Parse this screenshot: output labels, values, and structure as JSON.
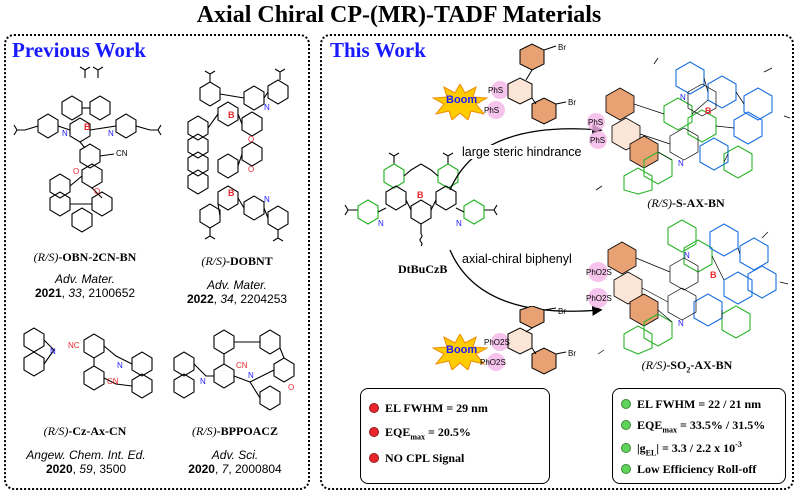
{
  "title": "Axial Chiral CP-(MR)-TADF Materials",
  "previous": {
    "heading": "Previous Work",
    "molecules": [
      {
        "prefix": "(R/S)",
        "name": "-OBN-2CN-BN",
        "journal": "Adv. Mater.",
        "year": "2021",
        "vol": "33",
        "page": "2100652",
        "cn_label": "CN"
      },
      {
        "prefix": "(R/S)",
        "name": "-DOBNT",
        "journal": "Adv. Mater.",
        "year": "2022",
        "vol": "34",
        "page": "2204253"
      },
      {
        "prefix": "(R/S)",
        "name": "-Cz-Ax-CN",
        "journal": "Angew. Chem. Int. Ed.",
        "year": "2020",
        "vol": "59",
        "page": "3500",
        "cn_labels": [
          "NC",
          "CN"
        ]
      },
      {
        "prefix": "(R/S)",
        "name": "-BPPOACZ",
        "journal": "Adv. Sci.",
        "year": "2020",
        "vol": "7",
        "page": "2000804",
        "cn_label": "CN"
      }
    ],
    "results": [
      {
        "text": "EL FWHM = 29 nm",
        "color": "#e8262b"
      },
      {
        "text_main": "EQE",
        "text_sub": "max",
        "text_tail": " = 20.5%",
        "color": "#e8262b"
      },
      {
        "text": "NO CPL Signal",
        "color": "#e8262b"
      }
    ]
  },
  "current": {
    "heading": "This Work",
    "core_name": "DtBuCzB",
    "arrow_top_label": "large steric hindrance",
    "arrow_bottom_label": "axial-chiral biphenyl",
    "boom_label": "Boom",
    "reagent_top": {
      "subst_labels": [
        "PhS",
        "PhS"
      ],
      "br_labels": [
        "Br",
        "Br"
      ]
    },
    "reagent_bottom": {
      "subst_labels": [
        "PhO2S",
        "PhO2S"
      ],
      "br_labels": [
        "Br",
        "Br"
      ]
    },
    "product_top": {
      "prefix": "(R/S)",
      "name": "-S-AX-BN",
      "subst_labels": [
        "PhS",
        "PhS"
      ]
    },
    "product_bottom": {
      "prefix": "(R/S)",
      "name": "-SO",
      "sub": "2",
      "tail": "-AX-BN",
      "subst_labels": [
        "PhO2S",
        "PhO2S"
      ]
    },
    "results": [
      {
        "text": "EL FWHM = 22 / 21 nm",
        "color": "#5fd35a"
      },
      {
        "text_main": "EQE",
        "text_sub": "max",
        "text_tail": " = 33.5% / 31.5%",
        "color": "#5fd35a"
      },
      {
        "text_main": "|g",
        "text_sub": "EL",
        "text_tail": "| = 3.3 / 2.2 x 10",
        "text_sup": "-3",
        "color": "#5fd35a"
      },
      {
        "text": "Low Efficiency Roll-off",
        "color": "#5fd35a"
      }
    ]
  },
  "colors": {
    "heading": "#1a1aff",
    "boron": "#e8262b",
    "nitrogen": "#1a1aff",
    "green_ring": "#2bb52b",
    "blue_ring": "#1a6fe0",
    "orange_ring": "#d9794a",
    "pink_highlight": "#f2b4e6",
    "boom_fill": "#ffcc00"
  },
  "atom_labels": {
    "boron": "B",
    "nitrogen": "N",
    "oxygen": "O",
    "sulfur": "S",
    "bromine": "Br"
  }
}
